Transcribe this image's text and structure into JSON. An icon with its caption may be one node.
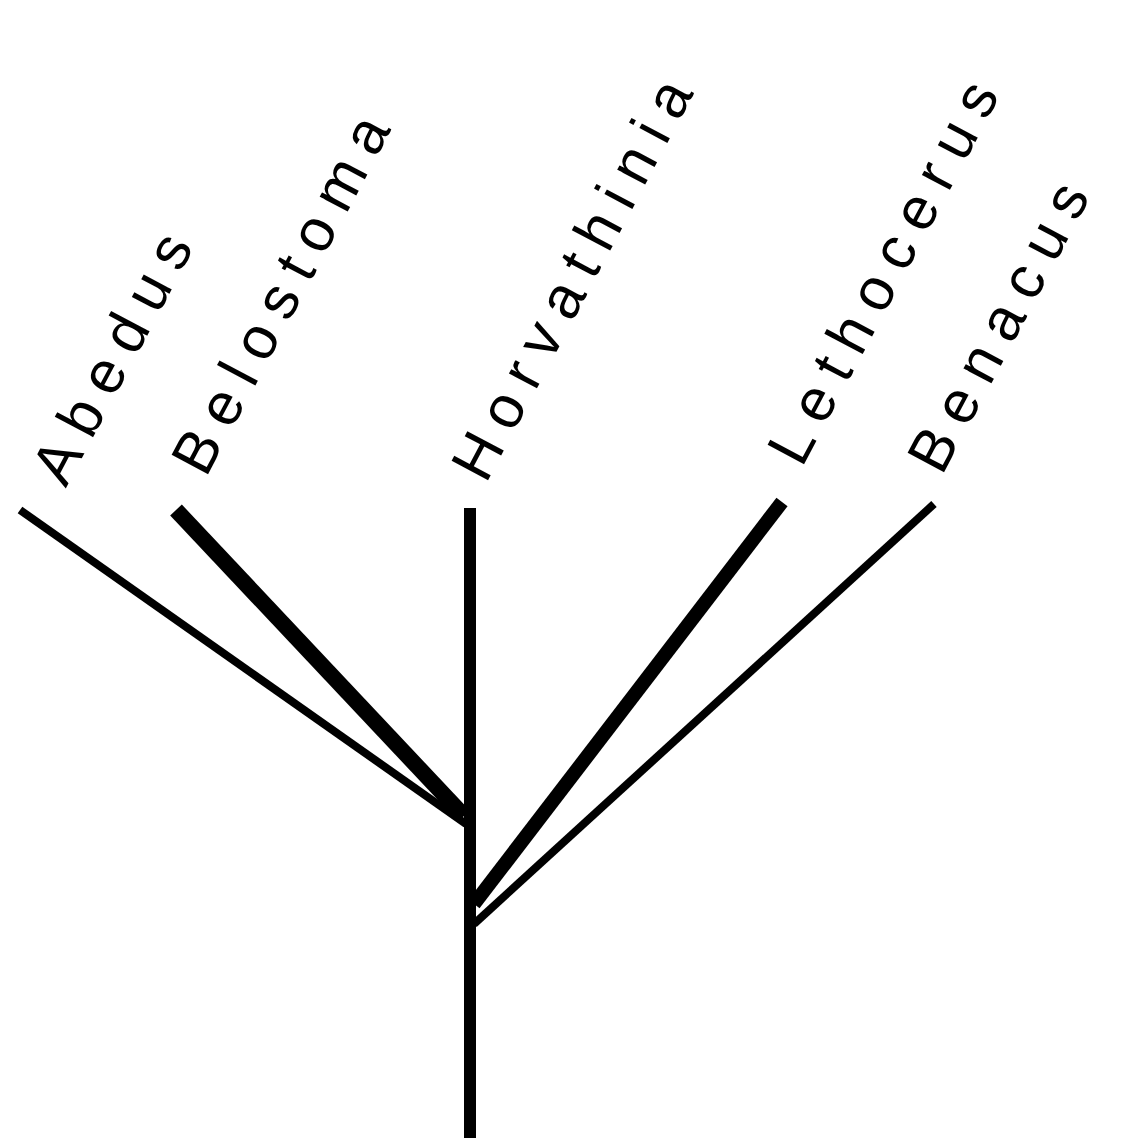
{
  "diagram": {
    "labels": [
      "Abedus",
      "Belostoma",
      "Horvathinia",
      "Lethocerus",
      "Benacus"
    ]
  }
}
